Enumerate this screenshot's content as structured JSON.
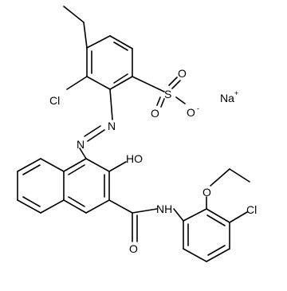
{
  "molecule": {
    "atom_labels": {
      "cl_upper": "Cl",
      "n_azo_1": "N",
      "n_azo_2": "N",
      "s": "S",
      "o_s_top": "O",
      "o_s_bottom": "O",
      "o_s_minus_charge": "-",
      "na": "Na",
      "na_plus_charge": "+",
      "oh": "HO",
      "ether_o": "O",
      "amide_nh": "NH",
      "amide_o": "O",
      "cl_lower": "Cl"
    }
  }
}
